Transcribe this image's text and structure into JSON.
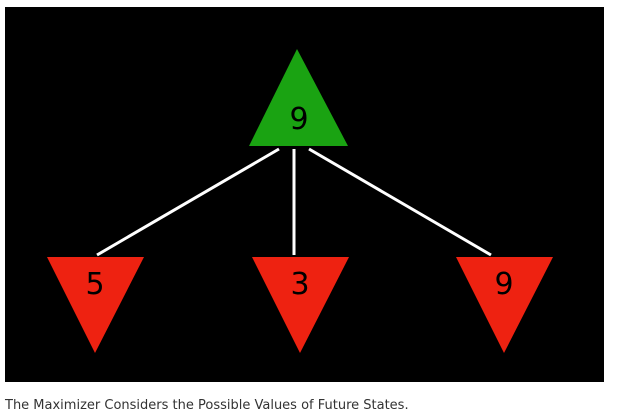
{
  "diagram": {
    "root": {
      "value": "9",
      "color": "#1aa312"
    },
    "children": [
      {
        "value": "5",
        "color": "#ee2211"
      },
      {
        "value": "3",
        "color": "#ee2211"
      },
      {
        "value": "9",
        "color": "#ee2211"
      }
    ],
    "edge_color": "#ffffff",
    "text_color": "#000000",
    "background": "#000000"
  },
  "caption": "The Maximizer Considers the Possible Values of Future States."
}
